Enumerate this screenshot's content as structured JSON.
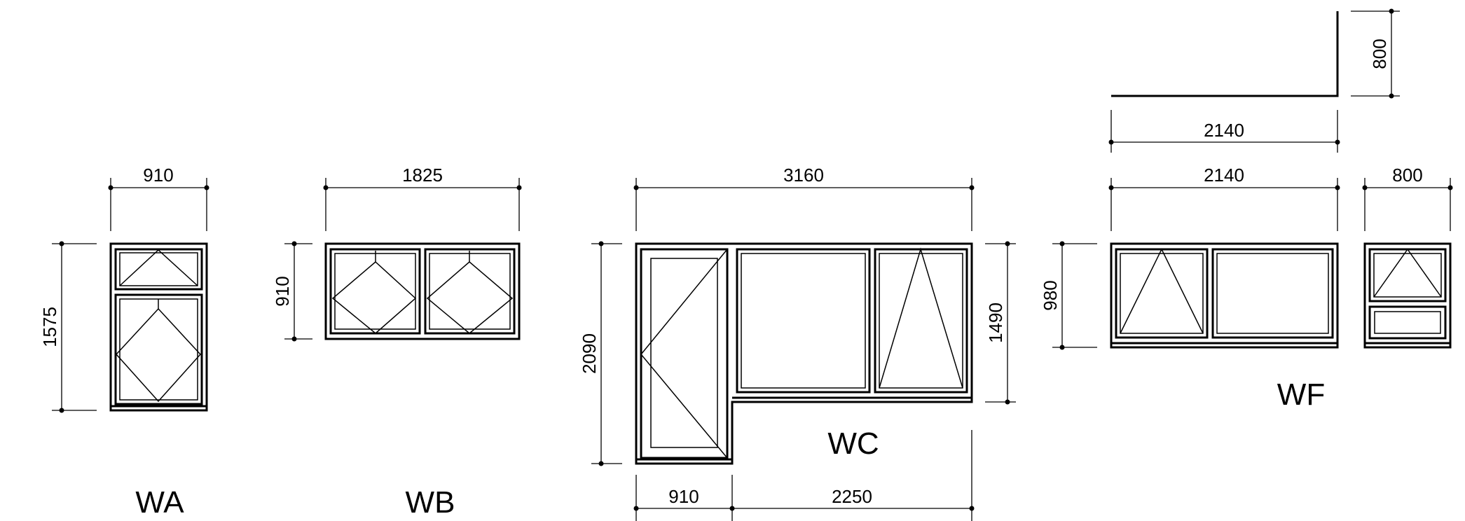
{
  "windows": [
    {
      "id": "WA",
      "label": "WA",
      "width": "910",
      "height": "1575"
    },
    {
      "id": "WB",
      "label": "WB",
      "width": "1825",
      "height": "910"
    },
    {
      "id": "WC",
      "label": "WC",
      "width": "3160",
      "height_left": "2090",
      "height_right": "1490",
      "bottom_left": "910",
      "bottom_right": "2250"
    },
    {
      "id": "WF",
      "label": "WF",
      "width_main": "2140",
      "width_side": "800",
      "height": "980",
      "top_width": "2140",
      "top_height": "800"
    }
  ]
}
